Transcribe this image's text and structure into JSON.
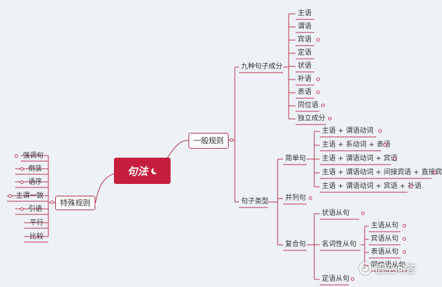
{
  "root": {
    "title": "句法"
  },
  "special": {
    "label": "特殊规则",
    "items": [
      "强调句",
      "倒装",
      "语序",
      "主谓一致",
      "引语",
      "平行",
      "比较"
    ]
  },
  "general": {
    "label": "一般规则",
    "nine": {
      "label": "九种句子成分",
      "items": [
        "主语",
        "谓语",
        "宾语",
        "定语",
        "状语",
        "补语",
        "表语",
        "同位语",
        "独立成分"
      ]
    },
    "types": {
      "label": "句子类型",
      "simple": {
        "label": "简单句",
        "items": [
          "主语 + 谓语动词",
          "主语 + 系动词 + 表语",
          "主语 + 谓语动词 + 宾语",
          "主语 + 谓语动词 + 间接宾语 + 直接宾语",
          "主语 + 谓语动词 + 宾语 + 补语"
        ]
      },
      "compound": {
        "label": "并列句"
      },
      "complex": {
        "label": "复合句",
        "adverbial": "状语从句",
        "nominal": {
          "label": "名词性从句",
          "items": [
            "主语从句",
            "宾语从句",
            "表语从句",
            "同位语从句"
          ]
        },
        "attributive": "定语从句"
      }
    }
  },
  "watermark": {
    "text": "悟空问答"
  },
  "colors": {
    "accent": "#c61f3d",
    "line": "#b0304f",
    "background": "#eef2f6"
  }
}
